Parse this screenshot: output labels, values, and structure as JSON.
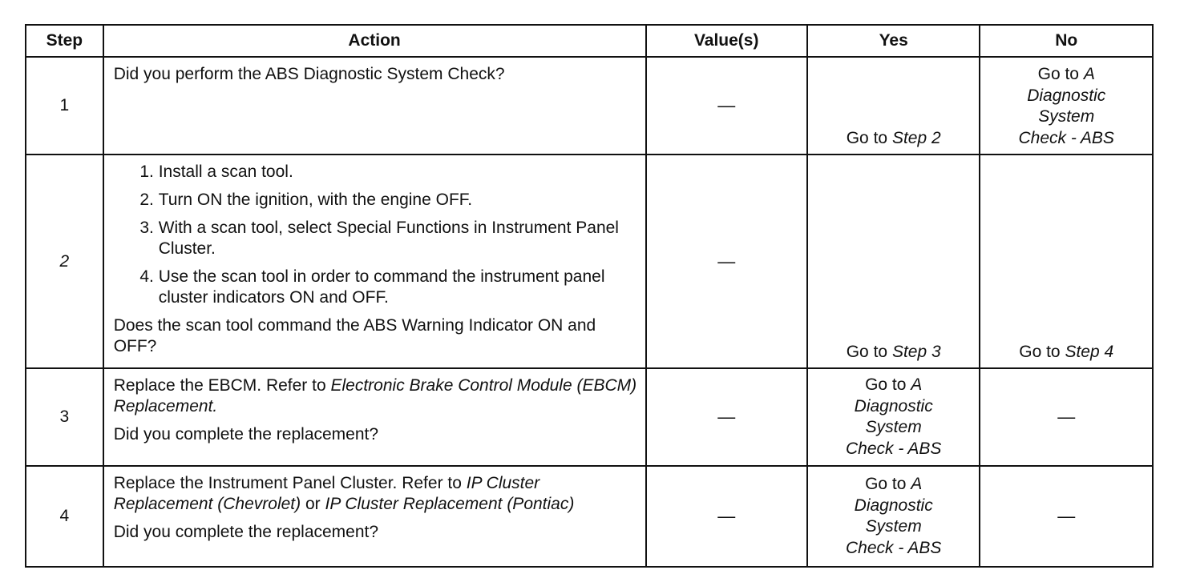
{
  "headers": {
    "step": "Step",
    "action": "Action",
    "values": "Value(s)",
    "yes": "Yes",
    "no": "No"
  },
  "rows": [
    {
      "step": "1",
      "action_text": "Did you perform the ABS Diagnostic System Check?",
      "value": "—",
      "yes_prefix": "Go to",
      "yes_ref": "Step 2",
      "no_prefix": "Go to",
      "no_ref_lines": [
        "A",
        "Diagnostic",
        "System",
        "Check - ABS"
      ]
    },
    {
      "step": "2",
      "steps": [
        "Install a scan tool.",
        "Turn ON the ignition, with the engine OFF.",
        "With a scan tool, select Special Functions in Instrument Panel Cluster.",
        "Use the scan tool in order to command the instrument panel cluster indicators ON and OFF."
      ],
      "question": "Does the scan tool command the ABS Warning Indicator ON and OFF?",
      "value": "—",
      "yes_prefix": "Go to",
      "yes_ref": "Step 3",
      "no_prefix": "Go to",
      "no_ref": "Step 4"
    },
    {
      "step": "3",
      "action_prefix": "Replace the EBCM. Refer to",
      "action_ref": "Electronic Brake Control Module (EBCM) Replacement.",
      "question": "Did you complete the replacement?",
      "value": "—",
      "yes_prefix": "Go to",
      "yes_ref_lines": [
        "A",
        "Diagnostic",
        "System",
        "Check - ABS"
      ],
      "no": "—"
    },
    {
      "step": "4",
      "action_prefix": "Replace the Instrument Panel Cluster. Refer to",
      "action_ref1": "IP Cluster Replacement (Chevrolet)",
      "action_mid": "or",
      "action_ref2": "IP Cluster Replacement (Pontiac)",
      "question": "Did you complete the replacement?",
      "value": "—",
      "yes_prefix": "Go to",
      "yes_ref_lines": [
        "A",
        "Diagnostic",
        "System",
        "Check - ABS"
      ],
      "no": "—"
    }
  ]
}
